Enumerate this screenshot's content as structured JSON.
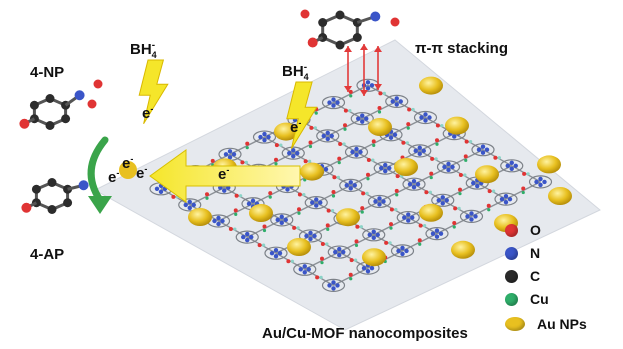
{
  "labels": {
    "reactant": "4-NP",
    "product": "4-AP",
    "reductant_left": "BH",
    "reductant_right": "BH",
    "reductant_sub": "4",
    "reductant_sup": "-",
    "electron": "e",
    "electron_sup": "-",
    "stacking": "π-π stacking",
    "caption": "Au/Cu-MOF nanocomposites"
  },
  "legend": [
    {
      "label": "O",
      "color": "#e03434"
    },
    {
      "label": "N",
      "color": "#3a55c8"
    },
    {
      "label": "C",
      "color": "#2a2a2a"
    },
    {
      "label": "Cu",
      "color": "#2fae6a"
    },
    {
      "label": "Au NPs",
      "color": "#e8c020"
    }
  ],
  "colors": {
    "lattice_plane": "#e6e9ee",
    "bolt": "#f5e62a",
    "arrow": "#f5e62a",
    "au": "#e8c020"
  }
}
